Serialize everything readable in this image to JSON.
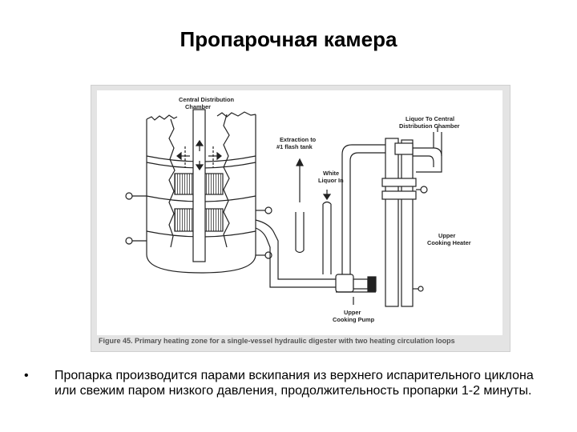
{
  "slide": {
    "title": "Пропарочная камера"
  },
  "figure": {
    "labels": {
      "central_distribution_chamber_top": "Central Distribution",
      "central_distribution_chamber_bottom": "Chamber",
      "extraction_line1": "Extraction to",
      "extraction_line2": "#1 flash tank",
      "white_liquor_line1": "White",
      "white_liquor_line2": "Liquor In",
      "liquor_to_central_line1": "Liquor To Central",
      "liquor_to_central_line2": "Distribution Chamber",
      "upper_heater_line1": "Upper",
      "upper_heater_line2": "Cooking Heater",
      "upper_pump_line1": "Upper",
      "upper_pump_line2": "Cooking Pump"
    },
    "caption": "Figure 45. Primary heating zone for a single-vessel hydraulic digester with two heating circulation loops"
  },
  "bullets": [
    {
      "marker": "•",
      "text": "Пропарка производится парами вскипания из верхнего испарительного циклона  или свежим паром низкого давления, продолжительность пропарки 1-2 минуты."
    }
  ]
}
